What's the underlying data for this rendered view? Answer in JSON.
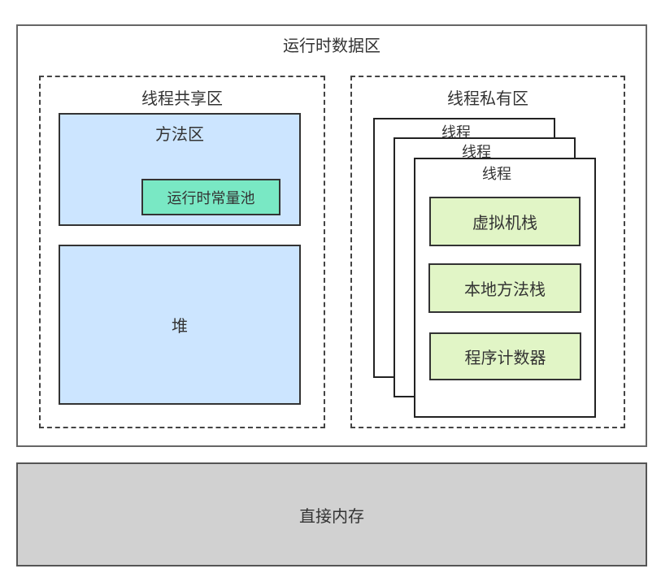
{
  "runtime_data_area": {
    "label": "运行时数据区"
  },
  "shared_area": {
    "label": "线程共享区",
    "method_area": {
      "label": "方法区",
      "constant_pool": "运行时常量池"
    },
    "heap": "堆"
  },
  "private_area": {
    "label": "线程私有区",
    "threads": [
      "线程",
      "线程",
      "线程"
    ],
    "vm_stack": "虚拟机栈",
    "native_method_stack": "本地方法栈",
    "program_counter": "程序计数器"
  },
  "direct_memory": "直接内存",
  "colors": {
    "method_fill": "#cce5ff",
    "constant_pool_fill": "#79e8c4",
    "stack_fill": "#e1f5c6",
    "direct_memory_fill": "#d1d1d1"
  }
}
